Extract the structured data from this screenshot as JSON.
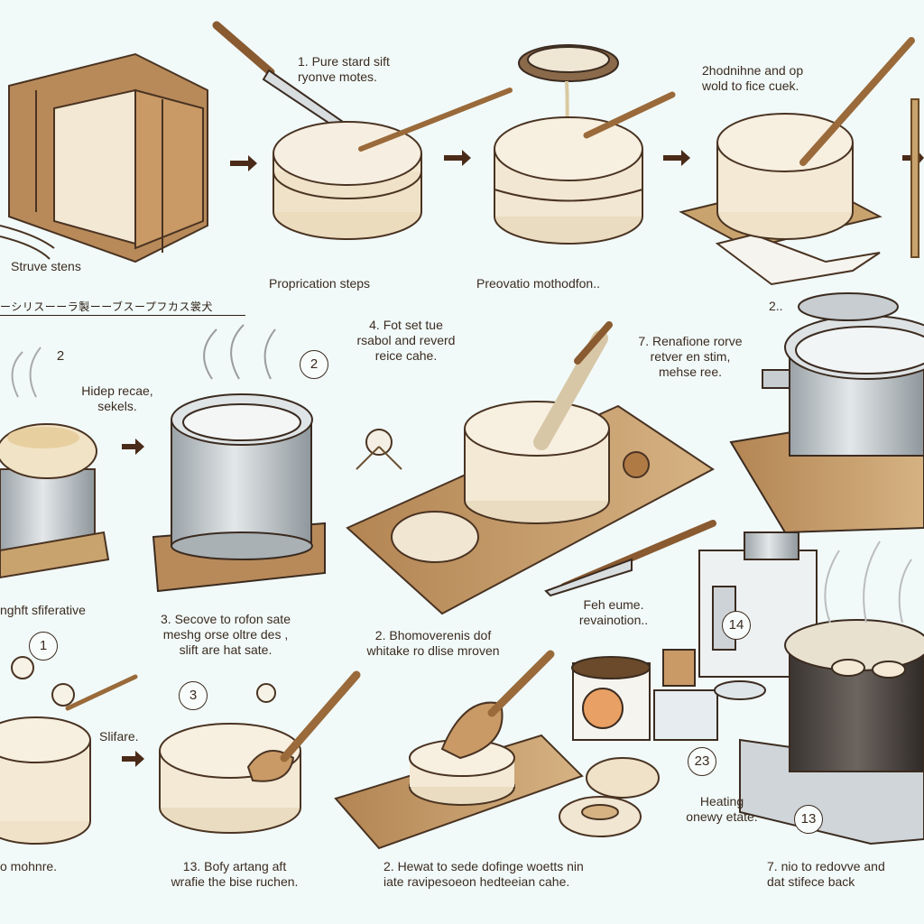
{
  "captions": {
    "c1": "1.  Pure stard sift\n   ryonve motes.",
    "c2": "2hodnihne and op\nwold to fice cuek.",
    "c3": "Struve stens",
    "c4": "Proprication steps",
    "c5": "Preovatio mothodfon..",
    "c6": "2..",
    "c7": "4.  Fot set tue\nrsabol and reverd\nreice cahe.",
    "c8": "7.  Renafione rorve\nretver en stim,\nmehse ree.",
    "c9": "Hidep recae,\nsekels.",
    "c10": "nghft sfiferative",
    "c11": "3. Secove to rofon sate\nmeshg orse oltre des ,\nslift are hat sate.",
    "c12": "2.  Bhomoverenis dof\nwhitake ro dlise mroven",
    "c13": "Feh eume.\nrevainotion..",
    "c14": "Slifare.",
    "c15": "Heating\nonewy etate.",
    "c16": "o mohnre.",
    "c17": "13.  Bofy artang aft\nwrafie the bise ruchen.",
    "c18": "2.   Hewat to sede dofinge woetts nin\n    iate ravipesoeon hedteeian cahe.",
    "c19": "7. nio to redovve and\n    dat stifece back"
  },
  "banner_text": "ーシリスーーラ製ーーブスープフカス裳犬",
  "numbers": {
    "n1": "2",
    "n2": "2",
    "n3": "1",
    "n4": "3",
    "n5": "14",
    "n6": "23",
    "n7": "13"
  },
  "colors": {
    "background": "#f1faf9",
    "wood": "#c9a36e",
    "wood_dark": "#8a623c",
    "rice": "#f4ead7",
    "steel": "#c7cdd1",
    "ink": "#3b2b20"
  }
}
